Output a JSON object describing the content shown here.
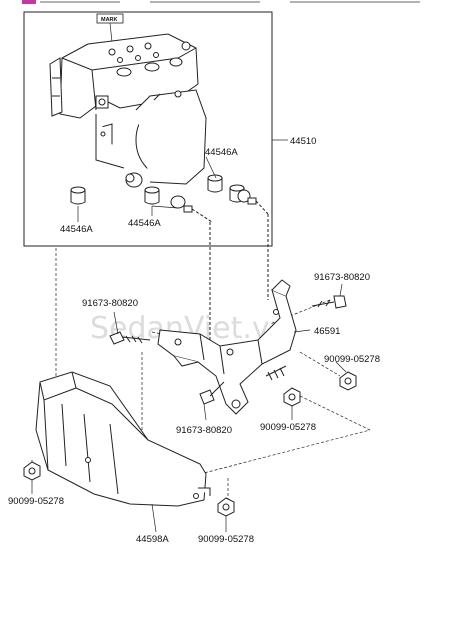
{
  "diagram": {
    "watermark": "SedanViet.vn",
    "mark_tag": "MARK",
    "callouts": [
      {
        "id": "c44510",
        "text": "44510"
      },
      {
        "id": "c44546a_1",
        "text": "44546A"
      },
      {
        "id": "c44546a_2",
        "text": "44546A"
      },
      {
        "id": "c44546a_3",
        "text": "44546A"
      },
      {
        "id": "c91673_1",
        "text": "91673-80820"
      },
      {
        "id": "c91673_2",
        "text": "91673-80820"
      },
      {
        "id": "c91673_3",
        "text": "91673-80820"
      },
      {
        "id": "c46591",
        "text": "46591"
      },
      {
        "id": "c90099_1",
        "text": "90099-05278"
      },
      {
        "id": "c90099_2",
        "text": "90099-05278"
      },
      {
        "id": "c90099_3",
        "text": "90099-05278"
      },
      {
        "id": "c90099_4",
        "text": "90099-05278"
      },
      {
        "id": "c44598a",
        "text": "44598A"
      }
    ]
  }
}
